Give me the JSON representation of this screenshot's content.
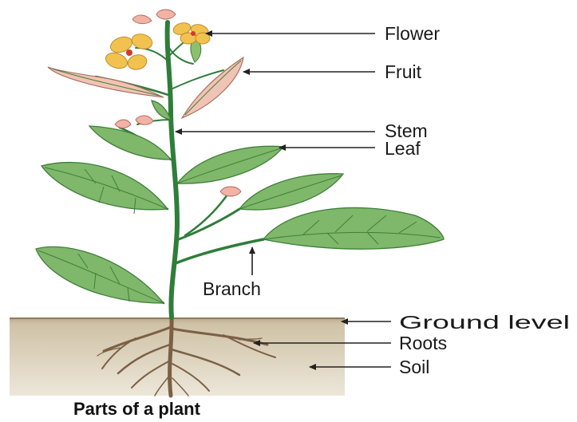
{
  "labels": {
    "flower": "Flower",
    "fruit": "Fruit",
    "stem": "Stem",
    "leaf": "Leaf",
    "branch": "Branch",
    "ground_level": "Ground level",
    "roots": "Roots",
    "soil": "Soil"
  },
  "caption": "Parts of a plant",
  "colors": {
    "soil": "#d2c6ad",
    "stem": "#2f7d3a",
    "leaf": "#7fb86a",
    "petal": "#f2c24f",
    "root": "#7b6046"
  }
}
